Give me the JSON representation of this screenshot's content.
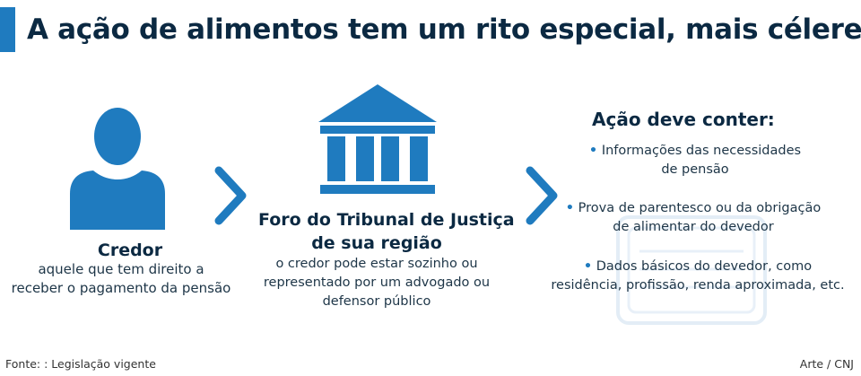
{
  "title": "A ação de alimentos tem um rito especial, mais célere",
  "colors": {
    "accent": "#1f7bbf",
    "text_dark": "#0b2942",
    "text_body": "#1d3547",
    "doc_outline": "#e3edf6"
  },
  "icons": {
    "credor": "person-icon",
    "court": "courthouse-icon",
    "arrow": "chevron-right-icon",
    "document": "document-stack-icon"
  },
  "credor": {
    "title": "Credor",
    "desc_lines": [
      "aquele que tem direito a",
      "receber o pagamento da pensão"
    ]
  },
  "foro": {
    "title_lines": [
      "Foro do Tribunal de Justiça",
      "de sua região"
    ],
    "desc_lines": [
      "o credor pode estar sozinho ou",
      "representado por um advogado ou",
      "defensor público"
    ]
  },
  "acao": {
    "title": "Ação deve conter:",
    "bullet": "•",
    "items": [
      {
        "line1": "Informações das necessidades",
        "line2": "de pensão"
      },
      {
        "line1": "Prova de parentesco ou da obrigação",
        "line2": "de alimentar do devedor"
      },
      {
        "line1": "Dados básicos do devedor, como",
        "line2": "residência, profissão, renda aproximada, etc."
      }
    ]
  },
  "footer": {
    "source": "Fonte: : Legislação vigente",
    "credit": "Arte / CNJ"
  }
}
